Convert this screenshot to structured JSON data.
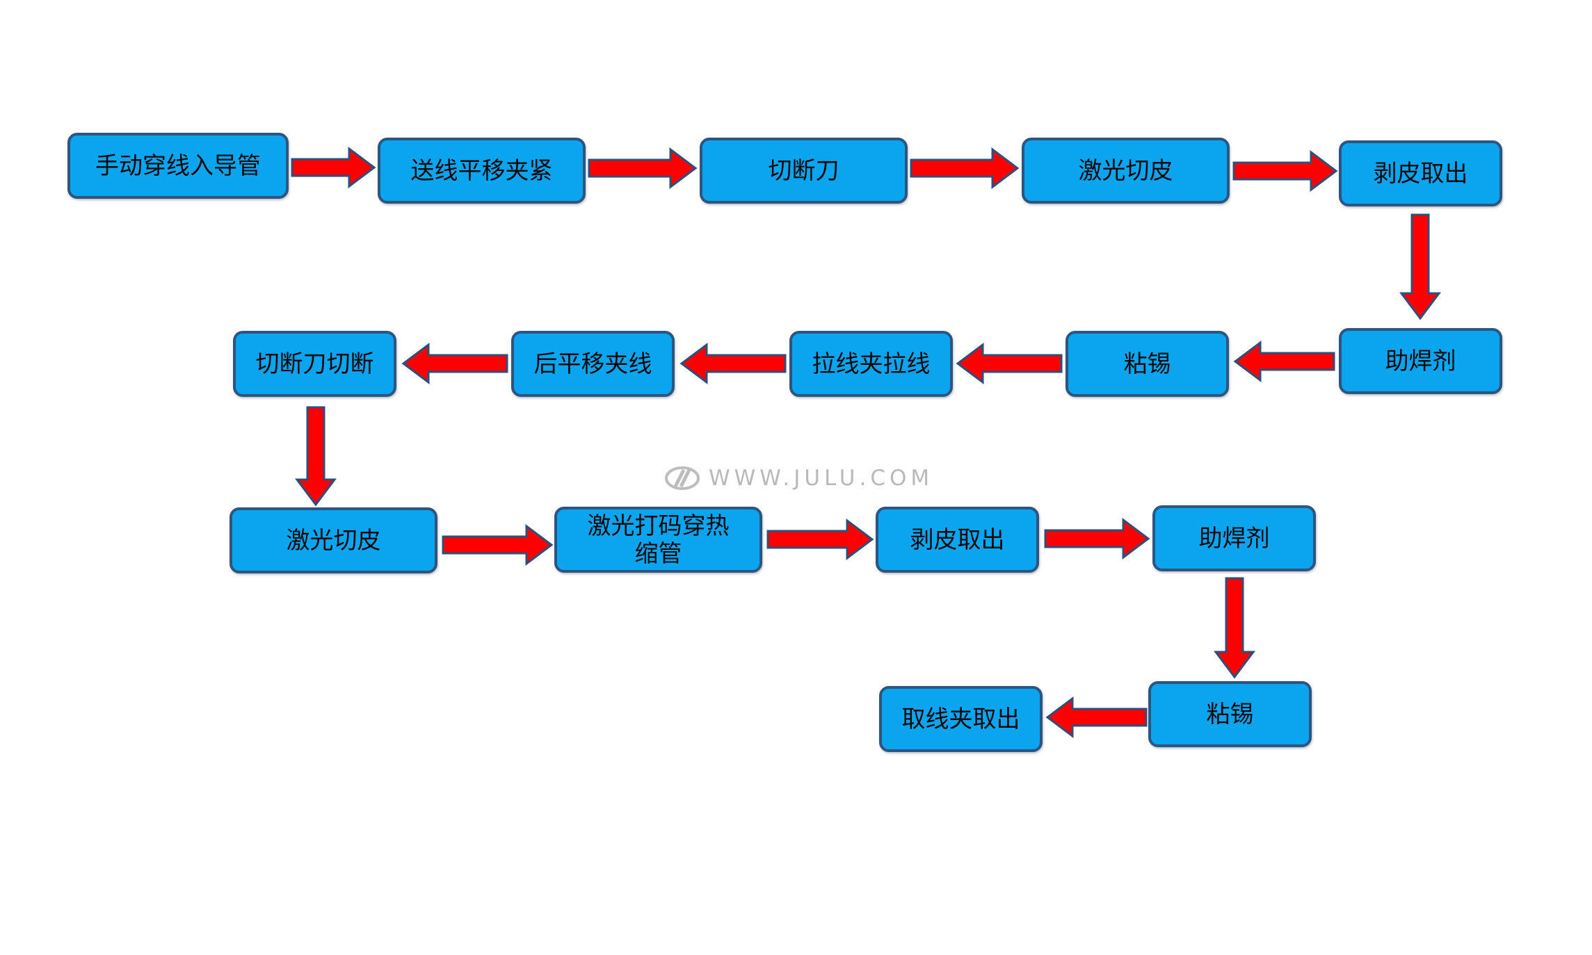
{
  "steps": [
    {
      "id": "s1",
      "label": "手动穿线入导管"
    },
    {
      "id": "s2",
      "label": "送线平移夹紧"
    },
    {
      "id": "s3",
      "label": "切断刀"
    },
    {
      "id": "s4",
      "label": "激光切皮"
    },
    {
      "id": "s5",
      "label": "剥皮取出"
    },
    {
      "id": "s6",
      "label": "助焊剂"
    },
    {
      "id": "s7",
      "label": "粘锡"
    },
    {
      "id": "s8",
      "label": "拉线夹拉线"
    },
    {
      "id": "s9",
      "label": "后平移夹线"
    },
    {
      "id": "s10",
      "label": "切断刀切断"
    },
    {
      "id": "s11",
      "label": "激光切皮"
    },
    {
      "id": "s12",
      "label": "激光打码穿热缩管"
    },
    {
      "id": "s13",
      "label": "剥皮取出"
    },
    {
      "id": "s14",
      "label": "助焊剂"
    },
    {
      "id": "s15",
      "label": "粘锡"
    },
    {
      "id": "s16",
      "label": "取线夹取出"
    }
  ],
  "watermark": {
    "text": "WWW.JULU.COM"
  },
  "colors": {
    "box_fill": "#0aa5ee",
    "box_border": "#2c5681",
    "arrow_fill": "#ff0000",
    "arrow_border": "#2d4f7c"
  }
}
